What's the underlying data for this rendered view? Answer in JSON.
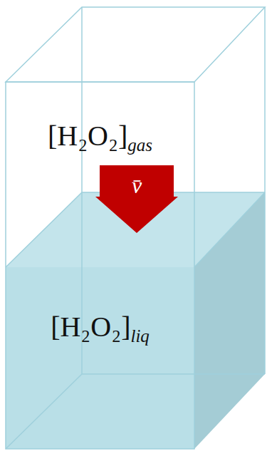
{
  "diagram": {
    "nodes": [
      {
        "text": [
          "[H₂O₂]",
          "gas"
        ]
      },
      {
        "text": [
          "[H₂O₂]",
          "liq"
        ]
      }
    ],
    "edges": [
      {
        "from": 0,
        "to": 1,
        "arrow": "to",
        "label": "v̄"
      }
    ]
  }
}
